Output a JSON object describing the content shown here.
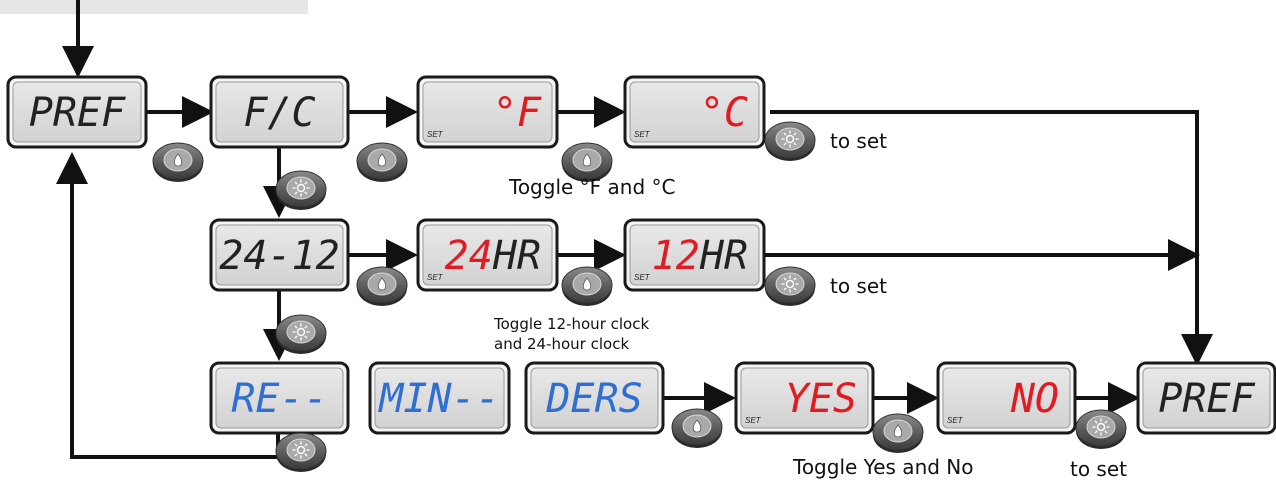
{
  "colors": {
    "lcd_black": "#222222",
    "lcd_red": "#e11b22",
    "lcd_blue": "#2f6fd1",
    "panel_fill": "#dcdcdc",
    "arrow": "#111111"
  },
  "displays": [
    {
      "id": "pref-start",
      "text": "PREF",
      "color": "black",
      "set": false
    },
    {
      "id": "fc",
      "text": "F/C",
      "color": "black",
      "set": false
    },
    {
      "id": "deg-f",
      "text": "°F",
      "color": "red",
      "set": true
    },
    {
      "id": "deg-c",
      "text": "°C",
      "color": "red",
      "set": true
    },
    {
      "id": "24-12",
      "text": "24-12",
      "color": "black",
      "set": false
    },
    {
      "id": "24hr",
      "text": "24HR",
      "color": "mixed",
      "set": true
    },
    {
      "id": "12hr",
      "text": "12HR",
      "color": "mixed",
      "set": true
    },
    {
      "id": "re",
      "text": "RE--",
      "color": "blue",
      "set": false
    },
    {
      "id": "min",
      "text": "MIN--",
      "color": "blue",
      "set": false
    },
    {
      "id": "ders",
      "text": "DERS",
      "color": "blue",
      "set": false
    },
    {
      "id": "yes",
      "text": "YES",
      "color": "red",
      "set": true
    },
    {
      "id": "no",
      "text": "NO",
      "color": "red",
      "set": true
    },
    {
      "id": "pref-end",
      "text": "PREF",
      "color": "black",
      "set": false
    }
  ],
  "set_label": "SET",
  "buttons": [
    {
      "kind": "warm-button-icon"
    },
    {
      "kind": "warm-button-icon"
    },
    {
      "kind": "warm-button-icon"
    },
    {
      "kind": "light-button-icon"
    },
    {
      "kind": "light-button-icon"
    },
    {
      "kind": "warm-button-icon"
    },
    {
      "kind": "warm-button-icon"
    },
    {
      "kind": "light-button-icon"
    },
    {
      "kind": "light-button-icon"
    },
    {
      "kind": "light-button-icon"
    },
    {
      "kind": "warm-button-icon"
    },
    {
      "kind": "warm-button-icon"
    },
    {
      "kind": "light-button-icon"
    }
  ],
  "captions": {
    "toggle_fc": "Toggle °F and °C",
    "to_set_1": "to set",
    "to_set_2": "to set",
    "toggle_clock_line1": "Toggle 12-hour clock",
    "toggle_clock_line2": "and 24-hour clock",
    "toggle_yes_no": "Toggle Yes and No",
    "to_set_3": "to set"
  }
}
